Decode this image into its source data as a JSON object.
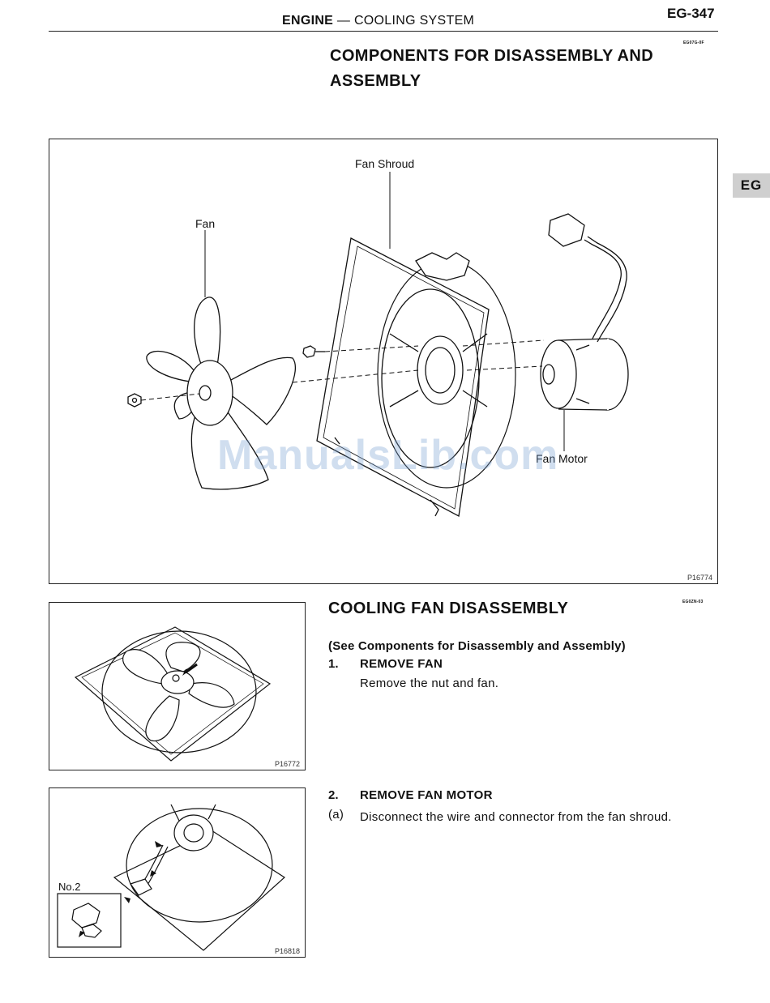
{
  "header": {
    "section_bold": "ENGINE",
    "section_rest": " — COOLING SYSTEM",
    "page_number": "EG-347"
  },
  "title": "COMPONENTS FOR DISASSEMBLY AND ASSEMBLY",
  "title_code": "EG07G-0F",
  "side_tab": "EG",
  "main_figure": {
    "labels": {
      "fan_shroud": "Fan Shroud",
      "fan": "Fan",
      "fan_motor": "Fan Motor"
    },
    "figure_code": "P16774"
  },
  "watermark": "ManualsLib.com",
  "section": {
    "title": "COOLING FAN DISASSEMBLY",
    "code": "EG0ZN-03",
    "subtitle": "(See Components for Disassembly and Assembly)",
    "steps": [
      {
        "number": "1.",
        "title": "REMOVE FAN",
        "text": "Remove the nut and fan."
      },
      {
        "number": "2.",
        "title": "REMOVE FAN MOTOR",
        "substeps": [
          {
            "label": "(a)",
            "text": "Disconnect the wire and connector from the fan shroud."
          }
        ]
      }
    ]
  },
  "figure2": {
    "code": "P16772"
  },
  "figure3": {
    "code": "P16818",
    "inset_label": "No.2"
  }
}
